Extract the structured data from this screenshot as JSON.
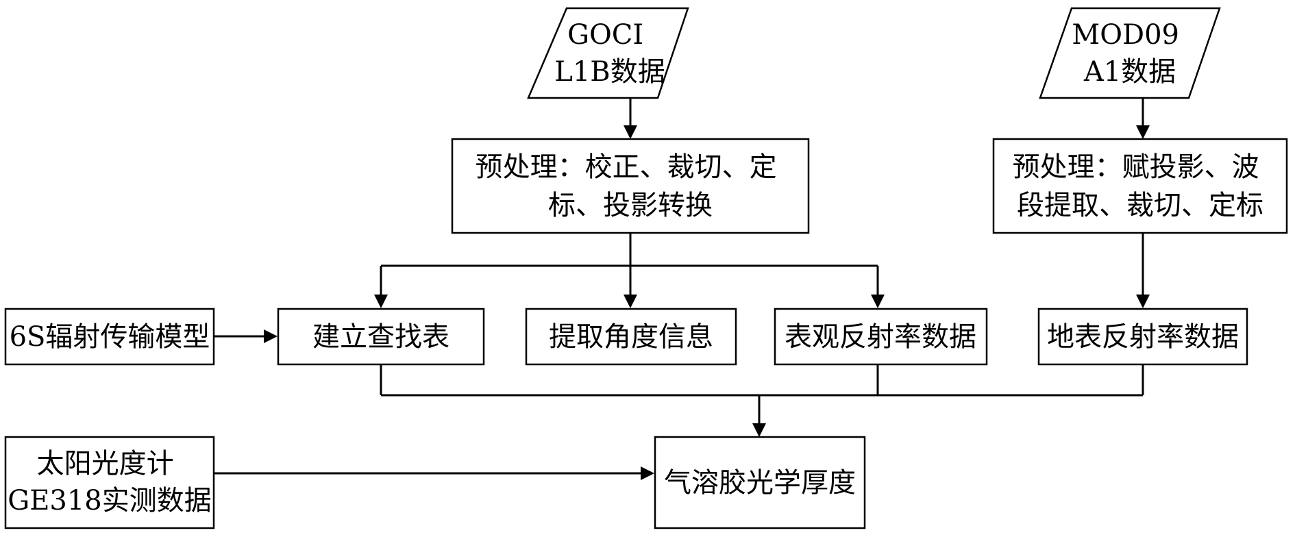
{
  "nodes": {
    "goci_data": {
      "lines": [
        "GOCI",
        "L1B数据"
      ]
    },
    "mod09_data": {
      "lines": [
        "MOD09",
        "A1数据"
      ]
    },
    "goci_preprocess": {
      "lines": [
        "预处理：校正、裁切、定",
        "标、投影转换"
      ]
    },
    "mod09_preprocess": {
      "lines": [
        "预处理：赋投影、波",
        "段提取、裁切、定标"
      ]
    },
    "model_6s": {
      "lines": [
        "6S辐射传输模型"
      ]
    },
    "lookup_table": {
      "lines": [
        "建立查找表"
      ]
    },
    "angle_info": {
      "lines": [
        "提取角度信息"
      ]
    },
    "apparent_reflectance": {
      "lines": [
        "表观反射率数据"
      ]
    },
    "surface_reflectance": {
      "lines": [
        "地表反射率数据"
      ]
    },
    "sunphotometer": {
      "lines": [
        "太阳光度计",
        "GE318实测数据"
      ]
    },
    "aod": {
      "lines": [
        "气溶胶光学厚度"
      ]
    }
  },
  "colors": {
    "stroke": "#000000",
    "fill": "#ffffff",
    "text": "#000000"
  }
}
